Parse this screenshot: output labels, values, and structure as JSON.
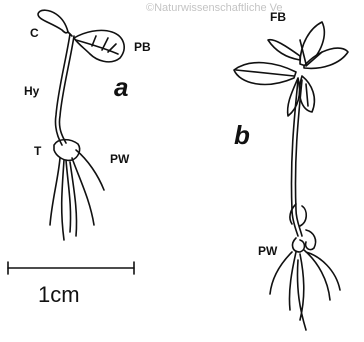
{
  "watermark": "©Naturwissenschaftliche Ve",
  "seedling_a": {
    "panel_label": "a",
    "labels": {
      "c": "C",
      "pb": "PB",
      "hy": "Hy",
      "t": "T",
      "pw": "PW"
    }
  },
  "seedling_b": {
    "panel_label": "b",
    "labels": {
      "fb": "FB",
      "pw": "PW"
    }
  },
  "scale_bar": {
    "label": "1cm"
  }
}
